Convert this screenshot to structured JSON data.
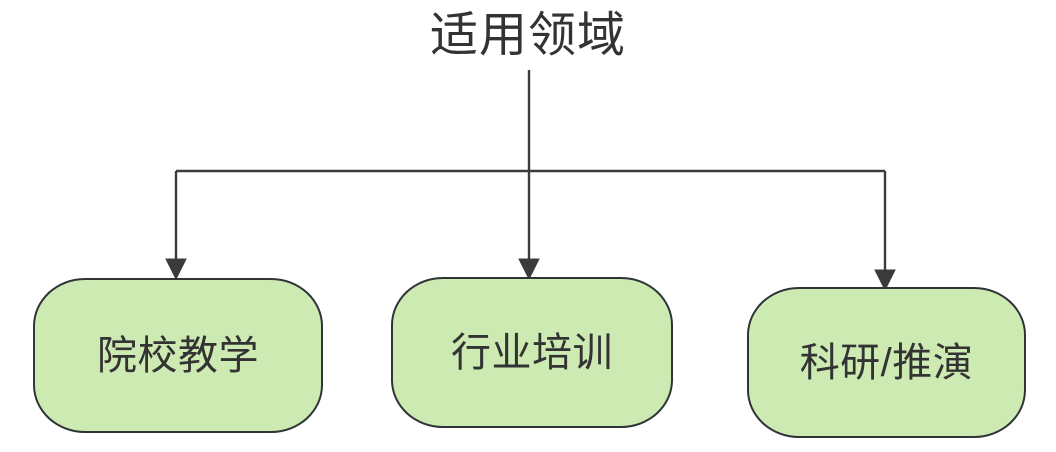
{
  "diagram": {
    "type": "tree",
    "title": "适用领域",
    "root": {
      "label": "适用领域",
      "name": "root-node"
    },
    "colors": {
      "node_fill": "#cdeab2",
      "node_stroke": "#2f3437",
      "connector": "#3b3b3b",
      "text": "#333333",
      "background": "#ffffff"
    },
    "children": [
      {
        "label": "院校教学",
        "name": "node-academic-teaching"
      },
      {
        "label": "行业培训",
        "name": "node-industry-training"
      },
      {
        "label": "科研/推演",
        "name": "node-research-simulation"
      }
    ],
    "connectors": [
      {
        "name": "trunk-line",
        "from": "适用领域",
        "to": "bus"
      },
      {
        "name": "branch-line-1",
        "from": "bus",
        "to": "院校教学"
      },
      {
        "name": "branch-line-2",
        "from": "bus",
        "to": "行业培训"
      },
      {
        "name": "branch-line-3",
        "from": "bus",
        "to": "科研/推演"
      }
    ]
  }
}
